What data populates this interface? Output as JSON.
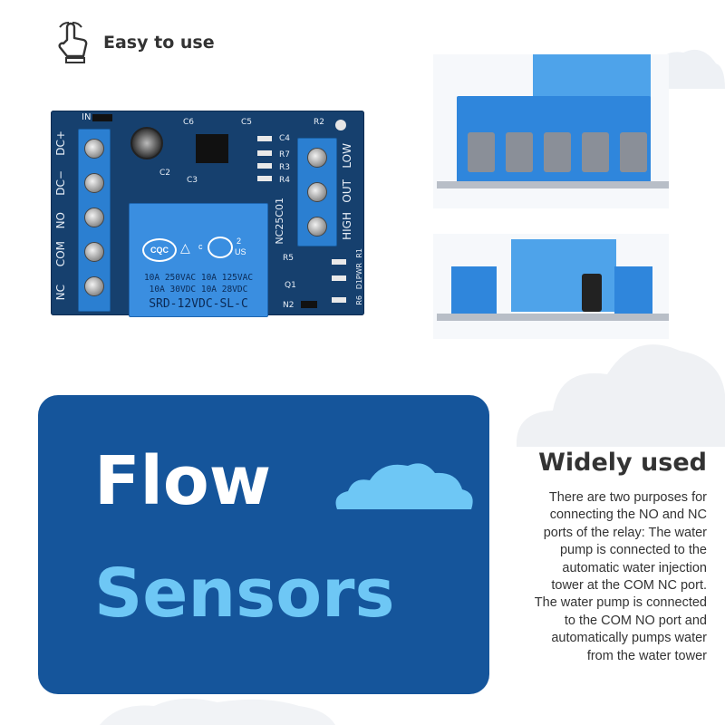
{
  "header": {
    "label": "Easy to use",
    "icon": "hand-pointer-icon"
  },
  "board": {
    "left_labels": [
      "DC+",
      "DC−",
      "NO",
      "COM",
      "NC"
    ],
    "right_labels": [
      "HIGH",
      "OUT",
      "LOW"
    ],
    "model": "NC25C01",
    "top_text": "IN",
    "c6": "C6",
    "c5": "C5",
    "r2": "R2",
    "c4": "C4",
    "c2": "C2",
    "c3": "C3",
    "r3": "R3",
    "r7": "R7",
    "r4": "R4",
    "r5": "R5",
    "r1": "R1",
    "r6": "R6",
    "d1": "D1",
    "pwr": "PWR",
    "q1": "Q1",
    "n2": "N2",
    "relay_lines": [
      "10A 250VAC  10A 125VAC",
      "10A  30VDC  10A  28VDC"
    ],
    "relay_model": "SRD-12VDC-SL-C",
    "cqc": "CQC",
    "us": "US",
    "c_mark": "c",
    "two": "2"
  },
  "banner": {
    "line1": "Flow",
    "line2": "Sensors"
  },
  "widely": {
    "title": "Widely used",
    "body_lines": [
      "There are two purposes for",
      "connecting the NO and NC",
      "ports of the relay: The water",
      "pump is connected to the",
      "automatic water injection",
      "tower at the COM NC port.",
      "The water pump is connected",
      "to the COM NO port and",
      "automatically pumps water",
      "from the water tower"
    ]
  },
  "colors": {
    "banner_bg": "#15559b",
    "sensors_text": "#6ec7f5",
    "pcb": "#16406e",
    "terminal": "#2b7fd1"
  }
}
